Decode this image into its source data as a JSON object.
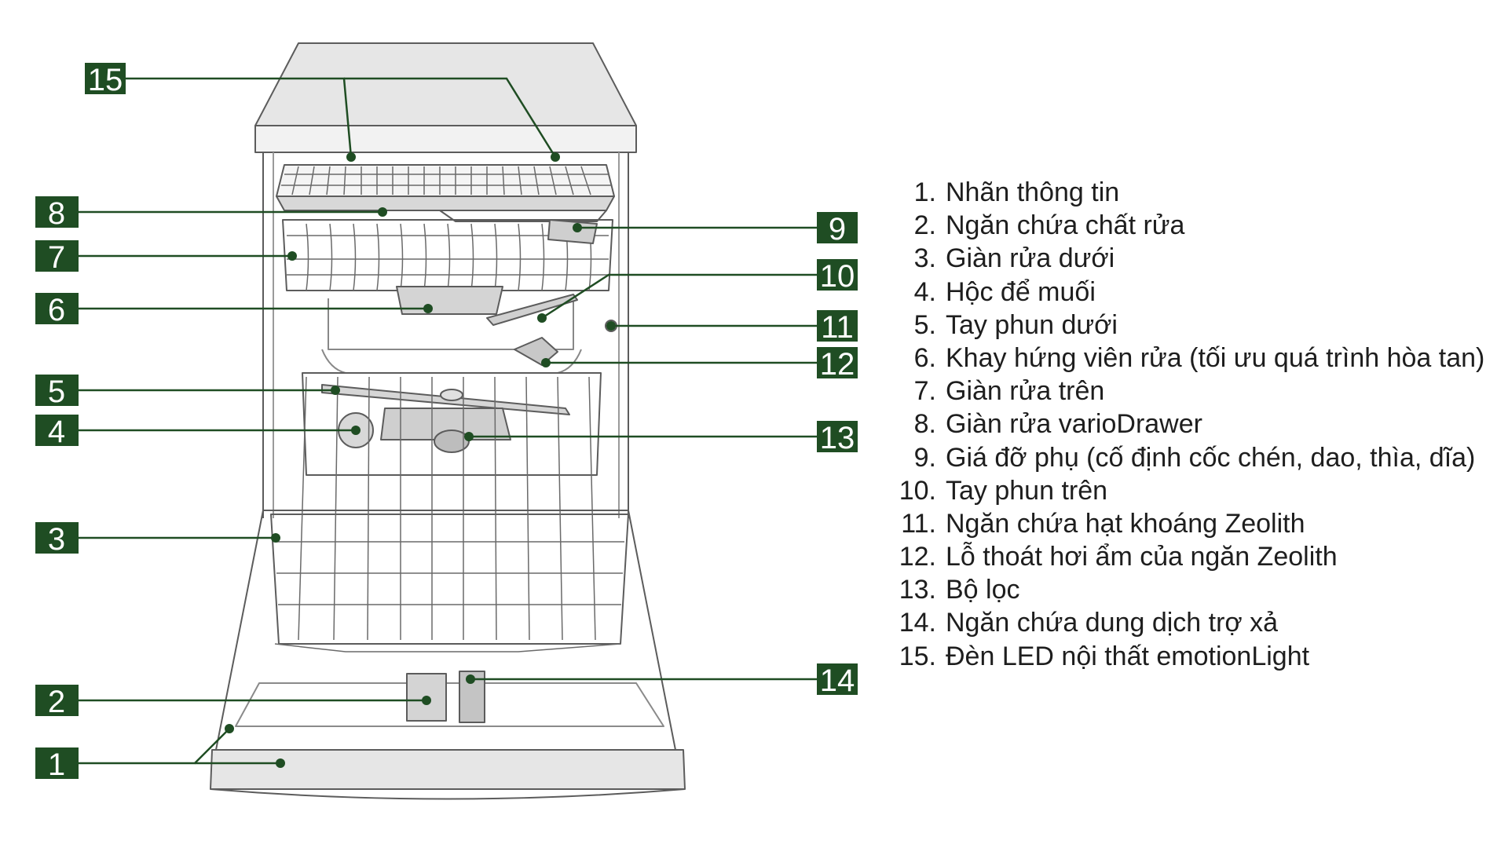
{
  "colors": {
    "label_bg": "#1f4d23",
    "leader_line": "#1f4d23",
    "appliance_stroke": "#5c5c5c",
    "appliance_fill": "#e6e6e6",
    "legend_text": "#1e1e1e"
  },
  "callouts": [
    {
      "id": "15",
      "text": "15"
    },
    {
      "id": "8",
      "text": "8"
    },
    {
      "id": "7",
      "text": "7"
    },
    {
      "id": "6",
      "text": "6"
    },
    {
      "id": "5",
      "text": "5"
    },
    {
      "id": "4",
      "text": "4"
    },
    {
      "id": "3",
      "text": "3"
    },
    {
      "id": "2",
      "text": "2"
    },
    {
      "id": "1",
      "text": "1"
    },
    {
      "id": "9",
      "text": "9"
    },
    {
      "id": "10",
      "text": "10"
    },
    {
      "id": "11",
      "text": "11"
    },
    {
      "id": "12",
      "text": "12"
    },
    {
      "id": "13",
      "text": "13"
    },
    {
      "id": "14",
      "text": "14"
    }
  ],
  "legend": [
    {
      "num": "1.",
      "text": "Nhãn thông tin"
    },
    {
      "num": "2.",
      "text": "Ngăn chứa chất rửa"
    },
    {
      "num": "3.",
      "text": "Giàn rửa dưới"
    },
    {
      "num": "4.",
      "text": "Hộc để muối"
    },
    {
      "num": "5.",
      "text": "Tay phun dưới"
    },
    {
      "num": "6.",
      "text": "Khay hứng viên rửa (tối ưu quá trình hòa tan)"
    },
    {
      "num": "7.",
      "text": "Giàn rửa trên"
    },
    {
      "num": "8.",
      "text": "Giàn rửa varioDrawer"
    },
    {
      "num": "9.",
      "text": "Giá đỡ phụ (cố định cốc chén, dao, thìa, dĩa)"
    },
    {
      "num": "10.",
      "text": "Tay phun trên"
    },
    {
      "num": "11.",
      "text": "Ngăn chứa hạt khoáng Zeolith"
    },
    {
      "num": "12.",
      "text": "Lỗ thoát hơi ẩm của ngăn Zeolith"
    },
    {
      "num": "13.",
      "text": "Bộ lọc"
    },
    {
      "num": "14.",
      "text": "Ngăn chứa dung dịch trợ xả"
    },
    {
      "num": "15.",
      "text": "Đèn LED nội thất emotionLight"
    }
  ]
}
